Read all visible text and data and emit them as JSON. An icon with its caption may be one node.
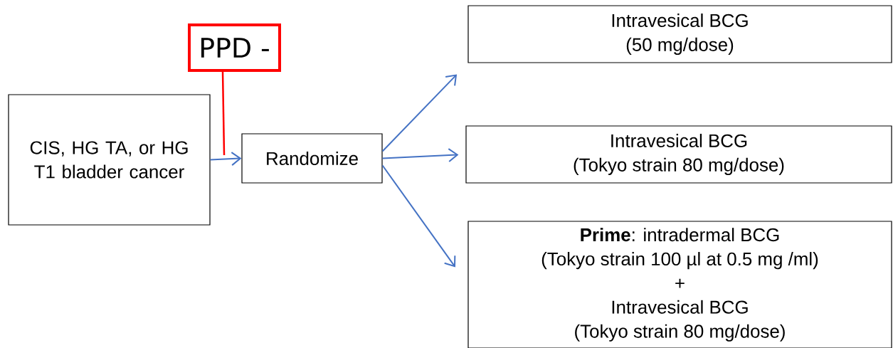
{
  "diagram": {
    "nodes": [
      {
        "text": [
          "CIS, HG TA, or HG T1 bladder cancer"
        ]
      },
      {
        "text": [
          "Randomize"
        ]
      },
      {
        "text": [
          "Intravesical BCG",
          "(50 mg/dose)"
        ]
      },
      {
        "text": [
          "Intravesical BCG",
          "(Tokyo strain 80 mg/dose)"
        ]
      },
      {
        "text": [
          "**Prime**: intradermal BCG",
          "(Tokyo strain 100 µl at 0.5 mg /ml)",
          "+",
          "Intravesical BCG",
          "(Tokyo strain 80 mg/dose)"
        ]
      },
      {
        "text": [
          "PPD -"
        ]
      }
    ],
    "edges": [
      {
        "from": 0,
        "to": 1,
        "arrow": "to"
      },
      {
        "from": 1,
        "to": 2,
        "arrow": "to"
      },
      {
        "from": 1,
        "to": 3,
        "arrow": "to"
      },
      {
        "from": 1,
        "to": 4,
        "arrow": "to"
      },
      {
        "from": 5,
        "to": null,
        "arrow": "none",
        "color": "#ff0000"
      }
    ]
  }
}
